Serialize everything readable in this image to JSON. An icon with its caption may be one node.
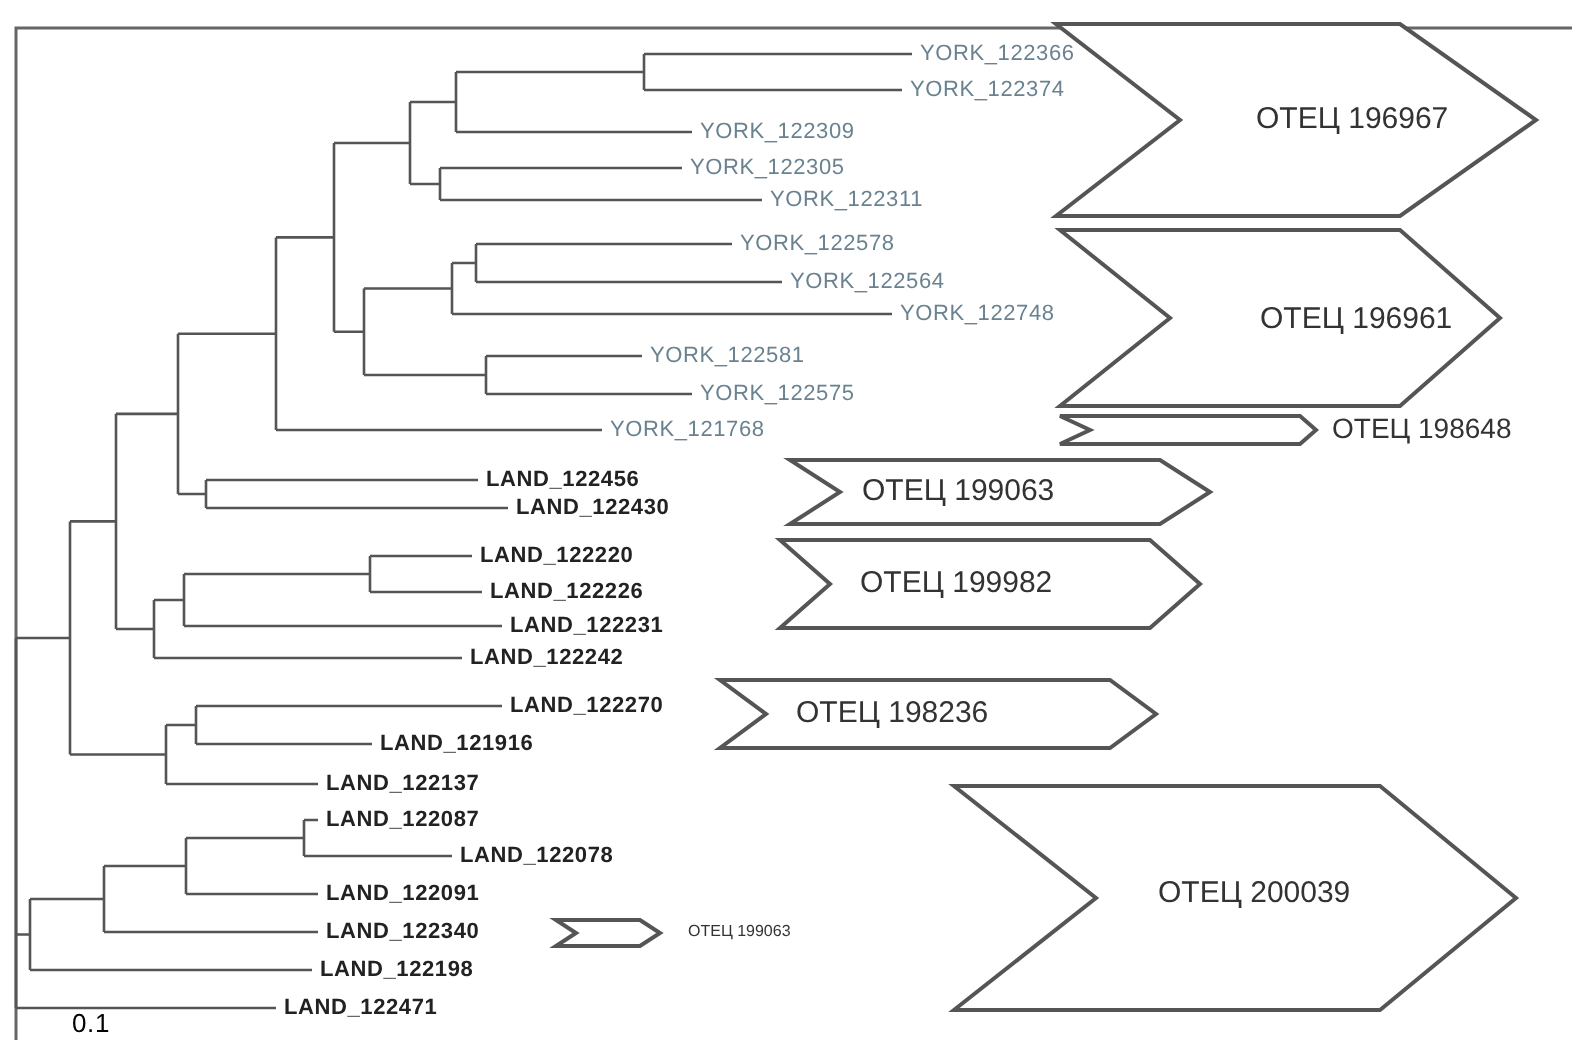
{
  "diagram": {
    "nodes": [
      {
        "text": [
          "ОТЕЦ 196967"
        ]
      },
      {
        "text": [
          "ОТЕЦ 196961"
        ]
      },
      {
        "text": [
          "ОТЕЦ 198648"
        ]
      },
      {
        "text": [
          "ОТЕЦ 199063"
        ]
      },
      {
        "text": [
          "ОТЕЦ 199982"
        ]
      },
      {
        "text": [
          "ОТЕЦ 198236"
        ]
      },
      {
        "text": [
          "ОТЕЦ 200039"
        ]
      },
      {
        "text": [
          "ОТЕЦ 199063"
        ]
      }
    ],
    "labels": [
      "YORK_122366",
      "YORK_122374",
      "YORK_122309",
      "YORK_122305",
      "YORK_122311",
      "YORK_122578",
      "YORK_122564",
      "YORK_122748",
      "YORK_122581",
      "YORK_122575",
      "YORK_121768",
      "LAND_122456",
      "LAND_122430",
      "LAND_122220",
      "LAND_122226",
      "LAND_122231",
      "LAND_122242",
      "LAND_122270",
      "LAND_121916",
      "LAND_122137",
      "LAND_122087",
      "LAND_122078",
      "LAND_122091",
      "LAND_122340",
      "LAND_122198",
      "LAND_122471",
      "0.1"
    ]
  }
}
